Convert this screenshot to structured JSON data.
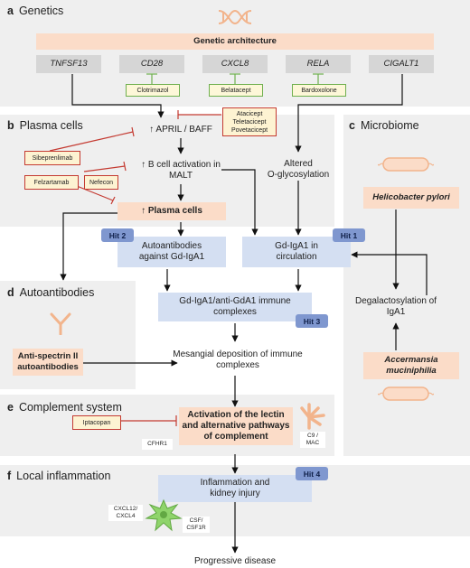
{
  "sections": {
    "a": {
      "letter": "a",
      "title": "Genetics"
    },
    "b": {
      "letter": "b",
      "title": "Plasma cells"
    },
    "c": {
      "letter": "c",
      "title": "Microbiome"
    },
    "d": {
      "letter": "d",
      "title": "Autoantibodies"
    },
    "e": {
      "letter": "e",
      "title": "Complement system"
    },
    "f": {
      "letter": "f",
      "title": "Local inflammation"
    }
  },
  "genetics": {
    "architecture": "Genetic architecture",
    "genes": [
      "TNFSF13",
      "CD28",
      "CXCL8",
      "RELA",
      "CIGALT1"
    ],
    "drugs": [
      "Clotrimazol",
      "Belatacept",
      "Bardoxolone"
    ]
  },
  "plasma": {
    "april_baff": "↑ APRIL / BAFF",
    "bcell_line1": "↑ B cell activation in",
    "bcell_line2": "MALT",
    "plasma_cells": "↑ Plasma cells",
    "altered_line1": "Altered",
    "altered_line2": "O-glycosylation",
    "drugs_triple": [
      "Atacicept",
      "Teletacicept",
      "Povetacicept"
    ],
    "sibeprenlimab": "Sibeprenlimab",
    "felzartamab": "Felzartamab",
    "nefecon": "Nefecon"
  },
  "center": {
    "autoab_line1": "Autoantibodies",
    "autoab_line2": "against Gd-IgA1",
    "gd_line1": "Gd-IgA1 in",
    "gd_line2": "circulation",
    "immune_line1": "Gd-IgA1/anti-GdA1 immune",
    "immune_line2": "complexes",
    "mesangial_line1": "Mesangial deposition of immune",
    "mesangial_line2": "complexes",
    "hit1": "Hit 1",
    "hit2": "Hit 2",
    "hit3": "Hit 3",
    "hit4": "Hit 4"
  },
  "microbiome": {
    "h_pylori": "Helicobacter pylori",
    "degal_line1": "Degalactosylation of",
    "degal_line2": "IgA1",
    "akk_line1": "Accermansia",
    "akk_line2": "muciniphilia"
  },
  "autoantibodies": {
    "anti_line1": "Anti-spectrin II",
    "anti_line2": "autoantibodies"
  },
  "complement": {
    "iptacopan": "Iptacopan",
    "activation_line1": "Activation of the lectin",
    "activation_line2": "and alternative pathways",
    "activation_line3": "of complement",
    "cfhr1": "CFHR1",
    "c9_line1": "C9 /",
    "c9_line2": "MAC"
  },
  "inflammation": {
    "infl_line1": "Inflammation and",
    "infl_line2": "kidney injury",
    "cxcl_line1": "CXCL12/",
    "cxcl_line2": "CXCL4",
    "csf_line1": "CSF/",
    "csf_line2": "CSF1R",
    "progressive": "Progressive disease"
  },
  "colors": {
    "panel_gray": "#efefef",
    "peach": "#fbdcc8",
    "blue_box": "#d4dff2",
    "hit_blue": "#7f97cf",
    "inhibitor_red": "#c43a31",
    "inhibitor_green": "#6fb04f",
    "icon_orange": "#f2b48c",
    "cell_green": "#8fd46b"
  },
  "icons": [
    "dna-icon",
    "bacterium-icon",
    "antibody-icon",
    "complement-mac-icon",
    "macrophage-cell-icon"
  ]
}
